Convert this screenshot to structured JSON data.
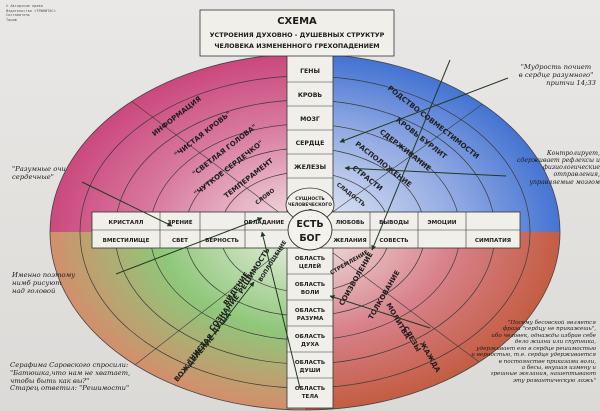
{
  "publisher": {
    "lines": [
      "© Авторские права",
      "Издательство «ТРИНИТАС»",
      "Составитель",
      "Тираж"
    ]
  },
  "header": {
    "title": "СХЕМА",
    "subtitle_1": "УСТРОЕНИЯ ДУХОВНО - ДУШЕВНЫХ СТРУКТУР",
    "subtitle_2": "ЧЕЛОВЕКА ИЗМЕНЕННОГО ГРЕХОПАДЕНИЕМ"
  },
  "vertical_top": [
    "ГЕНЫ",
    "КРОВЬ",
    "МОЗГ",
    "СЕРДЦЕ",
    "ЖЕЛЕЗЫ"
  ],
  "vertical_bottom": [
    [
      "ОБЛАСТЬ",
      "ЦЕЛЕЙ"
    ],
    [
      "ОБЛАСТЬ",
      "ВОЛИ"
    ],
    [
      "ОБЛАСТЬ",
      "РАЗУМА"
    ],
    [
      "ОБЛАСТЬ",
      "ДУХА"
    ],
    [
      "ОБЛАСТЬ",
      "ДУШИ"
    ],
    [
      "ОБЛАСТЬ",
      "ТЕЛА"
    ]
  ],
  "center": {
    "essence_1": "СУЩНОСТЬ",
    "essence_2": "ЧЕЛОВЕЧЕСКОГО",
    "essence_3": "Я",
    "main_1": "ЕСТЬ",
    "main_2": "БОГ"
  },
  "horizontal_left_top": [
    "КРИСТАЛЛ",
    "ЗРЕНИЕ",
    "ОБЛАДАНИЕ"
  ],
  "horizontal_left_bottom": [
    "ВМЕСТИЛИЩЕ",
    "СВЕТ",
    "ВЕРНОСТЬ"
  ],
  "horizontal_right_top": [
    "ЛЮБОВЬ",
    "ВЫВОДЫ",
    "ЭМОЦИИ"
  ],
  "horizontal_right_bottom": [
    "ЖЕЛАНИЯ",
    "СОВЕСТЬ",
    "СИМПАТИЯ"
  ],
  "sector_top_left": [
    "ИНФОРМАЦИЯ",
    "\"ЧИСТАЯ КРОВЬ\"",
    "\"СВЕТЛАЯ ГОЛОВА\"",
    "\"ЧУТКОЕ СЕРДЕЧКО\"",
    "ТЕМПЕРАМЕНТ",
    "СЛОВО"
  ],
  "sector_top_right": [
    "РОДСТВО СОВМЕСТИМОСТИ",
    "КРОВЬ БУРЛИТ",
    "СДЕРЖИВАНИЕ",
    "РАСПОЛОЖЕНИЕ",
    "СТРАСТИ",
    "СЛАДОСТЬ"
  ],
  "sector_bottom_left": [
    "ВОПЛОЩЕНИЕ",
    "РЕШИМОСТЬ",
    "ВИДЕНИЕ",
    "СОЗНАНИЕ",
    "\"ЧИСТАЯ ДУША\"",
    "ВОЖДЕЛЕНИЕ"
  ],
  "sector_bottom_right": [
    "СТРЕМЛЕНИЕ",
    "СОИЗВОЛЕНИЕ",
    "ТОЛКОВАНИЕ",
    "МОЛИТВА",
    "СЛЕЗЫ",
    "ЖАЖДА"
  ],
  "notes": {
    "wisdom": [
      "\"Мудрость почиет",
      "в сердце разумного\"",
      "притчи 14;33"
    ],
    "eyes": [
      "\"Разумные очи",
      "сердечные\""
    ],
    "controls": [
      "Контролирует,",
      "сдерживает рефлексы и",
      "физиологические",
      "отправления,",
      "управляемые мозгом"
    ],
    "drawing": [
      "Именно поэтому",
      "нимб рисуют",
      "над головой"
    ],
    "seraphim": [
      "Серафима Саровского спросили:",
      "\"Батюшка,что нам не хватает,",
      "чтобы быть как вы?\"",
      "Старец ответил: \"Решимости\""
    ],
    "demons": [
      "\"Посему бесовской является",
      "фраза \"сердцу не прикажешь\",",
      "ибо человек, однажды избрав себе",
      "дело жизни или спутника,",
      "удерживает его в сердце решимостью",
      "и верностью, т.е. сердце удерживается",
      "в постоянстве приказами воли,",
      "а бесы, внушая измену и",
      "грешные желания, нашептывают",
      "эту романтическую ложь\""
    ]
  },
  "colors": {
    "sector_tl": "#c9457a",
    "sector_tr": "#3e6fd1",
    "sector_bl": "#4aa056",
    "sector_br": "#c25a3d",
    "cross": "#f1efe9"
  }
}
